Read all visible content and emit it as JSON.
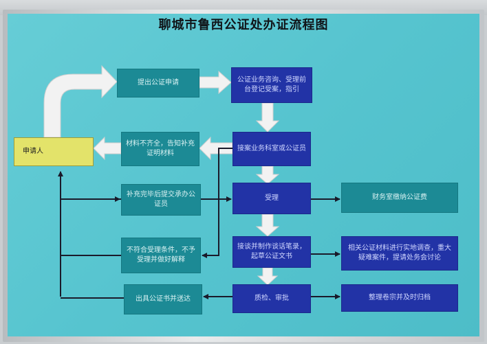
{
  "title": "聊城市鲁西公证处办证流程图",
  "boxes": {
    "applicant": "申请人",
    "submit_application": "提出公证申请",
    "reception": "公证业务咨询、受理前台登记受案，指引",
    "incomplete_materials": "材料不齐全，告知补充证明材料",
    "dept_assignment": "接案业务科室或公证员",
    "supplement_submit": "补充完毕后提交承办公证员",
    "accept": "受理",
    "finance_fee": "财务室缴纳公证费",
    "not_eligible": "不符合受理条件，不予受理并做好解释",
    "interview": "接谈并制作谈话笔录，起草公证文书",
    "investigation": "相关公证材料进行实地调查，重大疑难案件，提请处务会讨论",
    "issue_deliver": "出具公证书并送达",
    "review_approve": "质检、审批",
    "archive": "整理卷宗并及时归档"
  },
  "colors": {
    "board": "#5cc9d3",
    "teal_box": "#1c8a95",
    "navy_box": "#2233a6",
    "applicant_box": "#e3e36a",
    "arrow_dark": "#1a1a2a",
    "arrow_white": "#f2f2f2"
  }
}
